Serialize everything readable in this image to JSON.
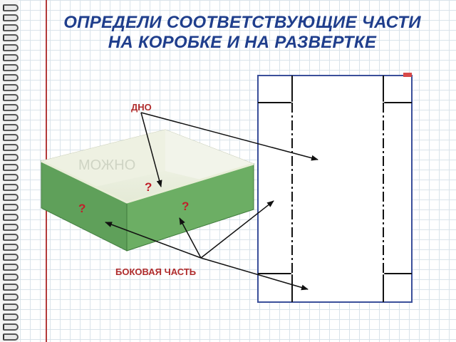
{
  "title": {
    "line1": "ОПРЕДЕЛИ СООТВЕТСТВУЮЩИЕ ЧАСТИ",
    "line2": "НА КОРОБКЕ И НА РАЗВЕРТКЕ"
  },
  "labels": {
    "bottom": "ДНО",
    "side": "БОКОВАЯ ЧАСТЬ"
  },
  "markers": {
    "q1": "?",
    "q2": "?",
    "q3": "?"
  },
  "colors": {
    "title": "#1f3e8c",
    "label": "#b02c2c",
    "box_side": "#5fa05a",
    "net_border": "#3a4f9a"
  }
}
